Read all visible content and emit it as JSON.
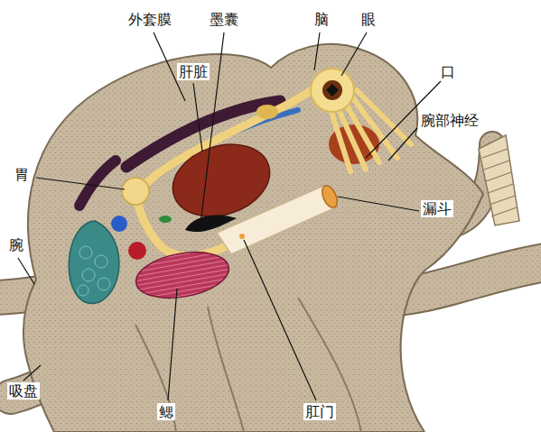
{
  "diagram": {
    "labels": [
      "外套膜",
      "墨囊",
      "脑",
      "眼",
      "肝脏",
      "口",
      "腕部神经",
      "胃",
      "漏斗",
      "腕",
      "吸盘",
      "鳃",
      "肛门"
    ]
  }
}
